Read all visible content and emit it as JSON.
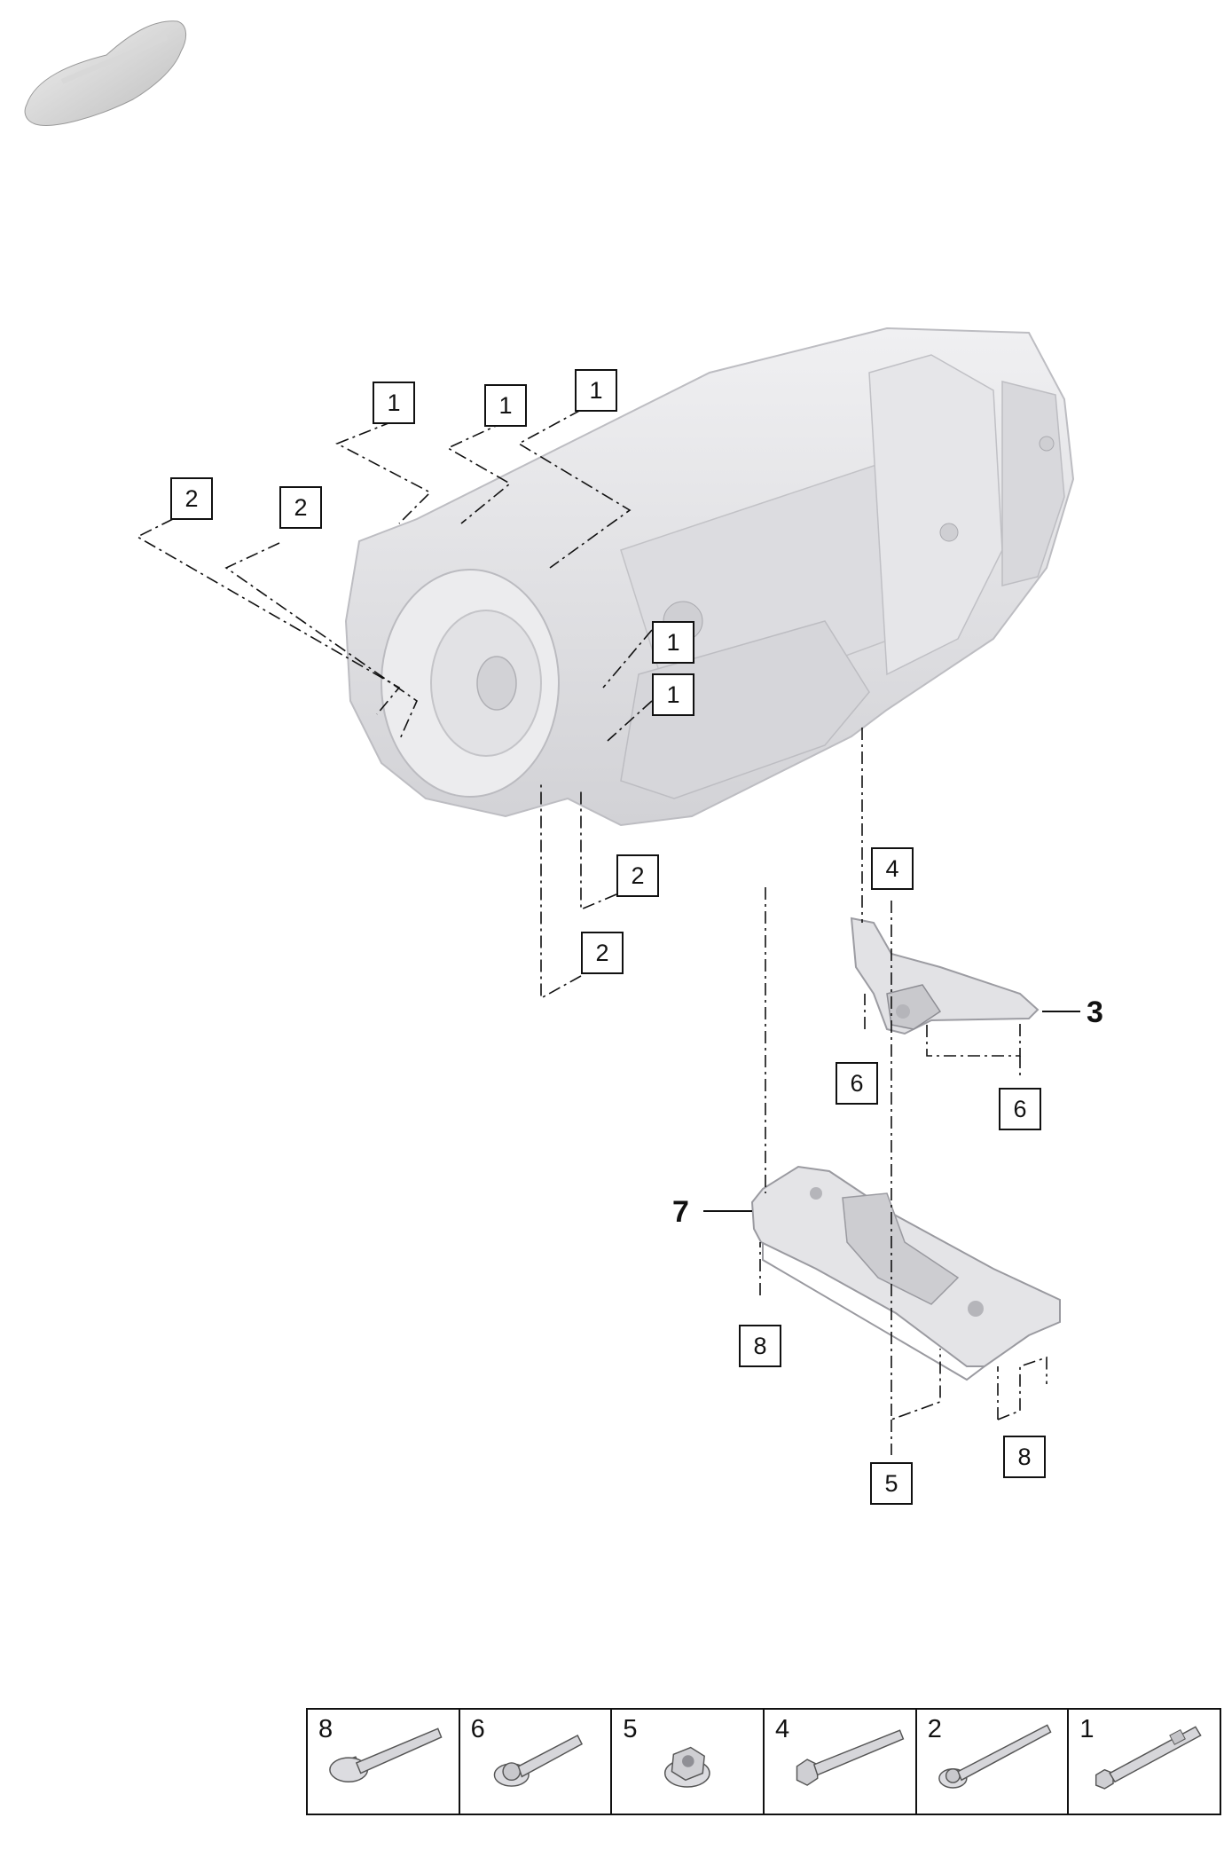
{
  "callouts": {
    "c1a": "1",
    "c1b": "1",
    "c1c": "1",
    "c1d": "1",
    "c1e": "1",
    "c2a": "2",
    "c2b": "2",
    "c2c": "2",
    "c2d": "2",
    "c4": "4",
    "c5": "5",
    "c6a": "6",
    "c6b": "6",
    "c8a": "8",
    "c8b": "8"
  },
  "labels": {
    "part3": "3",
    "part7": "7"
  },
  "legend": [
    {
      "number": "8",
      "icon": "hex-flange-bolt-icon"
    },
    {
      "number": "6",
      "icon": "torx-flange-bolt-icon"
    },
    {
      "number": "5",
      "icon": "hex-flange-nut-icon"
    },
    {
      "number": "4",
      "icon": "hex-bolt-icon"
    },
    {
      "number": "2",
      "icon": "long-torx-bolt-icon"
    },
    {
      "number": "1",
      "icon": "long-hex-bolt-icon"
    }
  ],
  "colors": {
    "part_fill": "#e4e4e6",
    "part_shade": "#c9c9cc",
    "line": "#111111"
  }
}
